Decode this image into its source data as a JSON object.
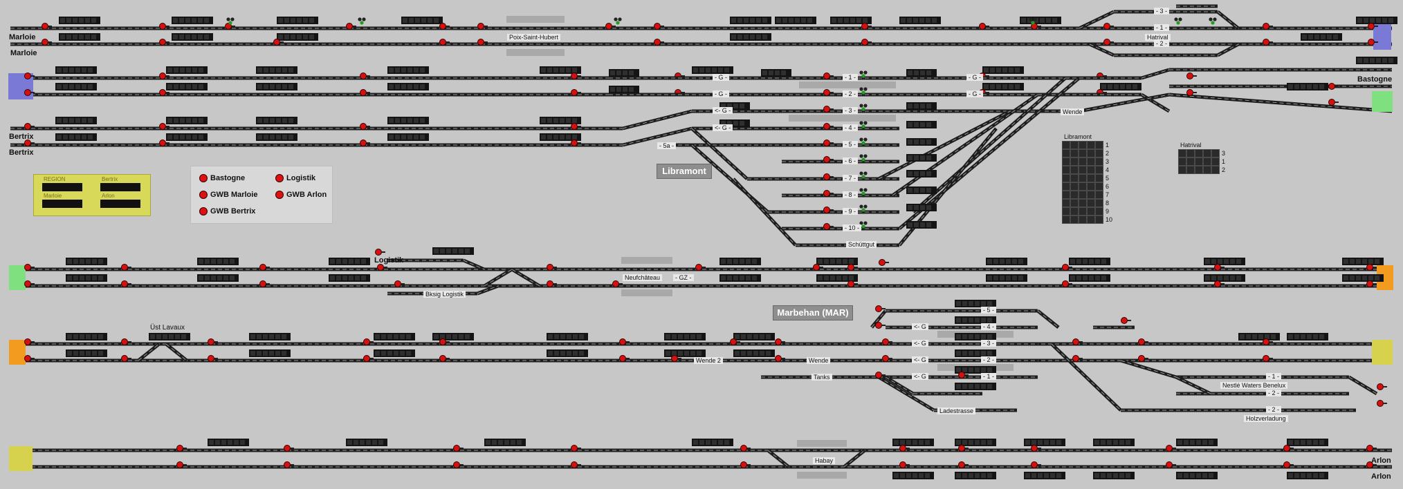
{
  "stations": {
    "marloie_1": "Marloie",
    "marloie_2": "Marloie",
    "bertrix_1": "Bertrix",
    "bertrix_2": "Bertrix",
    "bastogne": "Bastogne",
    "arlon_1": "Arlon",
    "arlon_2": "Arlon",
    "logistik": "Logistik"
  },
  "titles": {
    "libramont": "Libramont",
    "marbehan": "Marbehan (MAR)"
  },
  "places": {
    "poix": "Poix-Saint-Hubert",
    "hatrival": "Hatrival",
    "neufchateau": "Neufchâteau",
    "gz": "- GZ -",
    "bksig": "Bksig Logistik",
    "ust_lavaux": "Üst Lavaux",
    "wende_1": "Wende",
    "wende_2": "Wende",
    "wende_3": "Wende 2",
    "tanks": "Tanks",
    "ladestrasse": "Ladestrasse",
    "nestle": "Nestlé Waters Benelux",
    "holzverladung": "Holzverladung",
    "schuttgut": "Schüttgut",
    "habay": "Habay",
    "track_5a": "- 5a -"
  },
  "legend": {
    "items": [
      "Bastogne",
      "Logistik",
      "GWB Marloie",
      "GWB Arlon",
      "GWB Bertrix"
    ]
  },
  "region_panel": {
    "labels": [
      "REGION",
      "Bertrix",
      "Marloie",
      "Arlon"
    ]
  },
  "libramont_counter": {
    "title": "Libramont",
    "rows": [
      "1",
      "2",
      "3",
      "4",
      "5",
      "6",
      "7",
      "8",
      "9",
      "10"
    ]
  },
  "hatrival_counter": {
    "title": "Hatrival",
    "rows": [
      "3",
      "1",
      "2"
    ]
  },
  "track_marks": {
    "libramont": [
      "- 1 -",
      "- 2 -",
      "- 3 -",
      "- 4 -",
      "- 5 -",
      "- 6 -",
      "- 7 -",
      "- 8 -",
      "- 9 -",
      "- 10 -"
    ],
    "g_left": [
      "- G -",
      "- G -",
      "<- G -",
      "<- G -"
    ],
    "g_right": [
      "- G -",
      "- G -"
    ],
    "hatrival": [
      "- 3 -",
      "- 1 -",
      "- 2 -"
    ],
    "marbehan": [
      "- 5 -",
      "- 4 -",
      "- 3 -",
      "- 2 -",
      "- 1 -"
    ],
    "marbehan_g": [
      "<- G",
      "<- G",
      "<- G",
      "<- G"
    ],
    "nestle": [
      "- 1 -",
      "- 2 -"
    ],
    "holz": [
      "- 2 -"
    ]
  },
  "colors": {
    "background": "#c7c7c7",
    "track": "#1d1d1d",
    "signal_red": "#d41111",
    "signal_green": "#1fa01f",
    "block_dark": "#141414",
    "edge_blue": "#7a7ad6",
    "edge_green": "#7fe07f",
    "edge_orange": "#f39b1f",
    "edge_yellow": "#d6d24e",
    "region_yellow": "#d9d959"
  }
}
